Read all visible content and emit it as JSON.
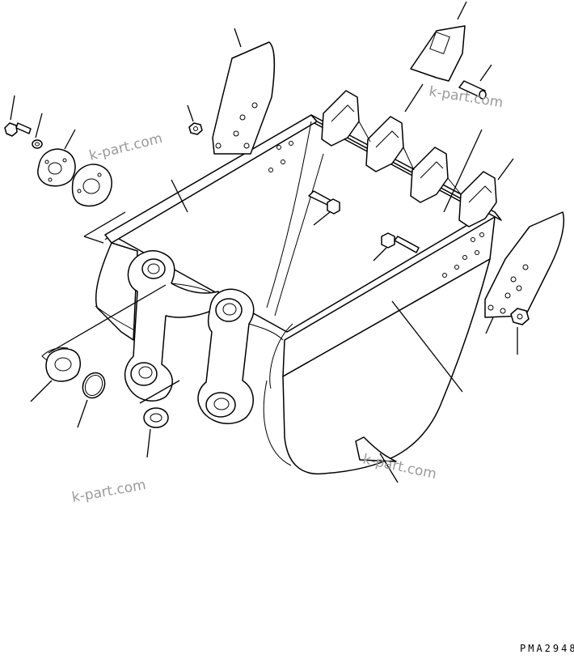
{
  "drawing": {
    "code": "PMA2948"
  },
  "watermarks": [
    "k-part.com",
    "k-part.com",
    "k-part.com",
    "k-part.com"
  ]
}
